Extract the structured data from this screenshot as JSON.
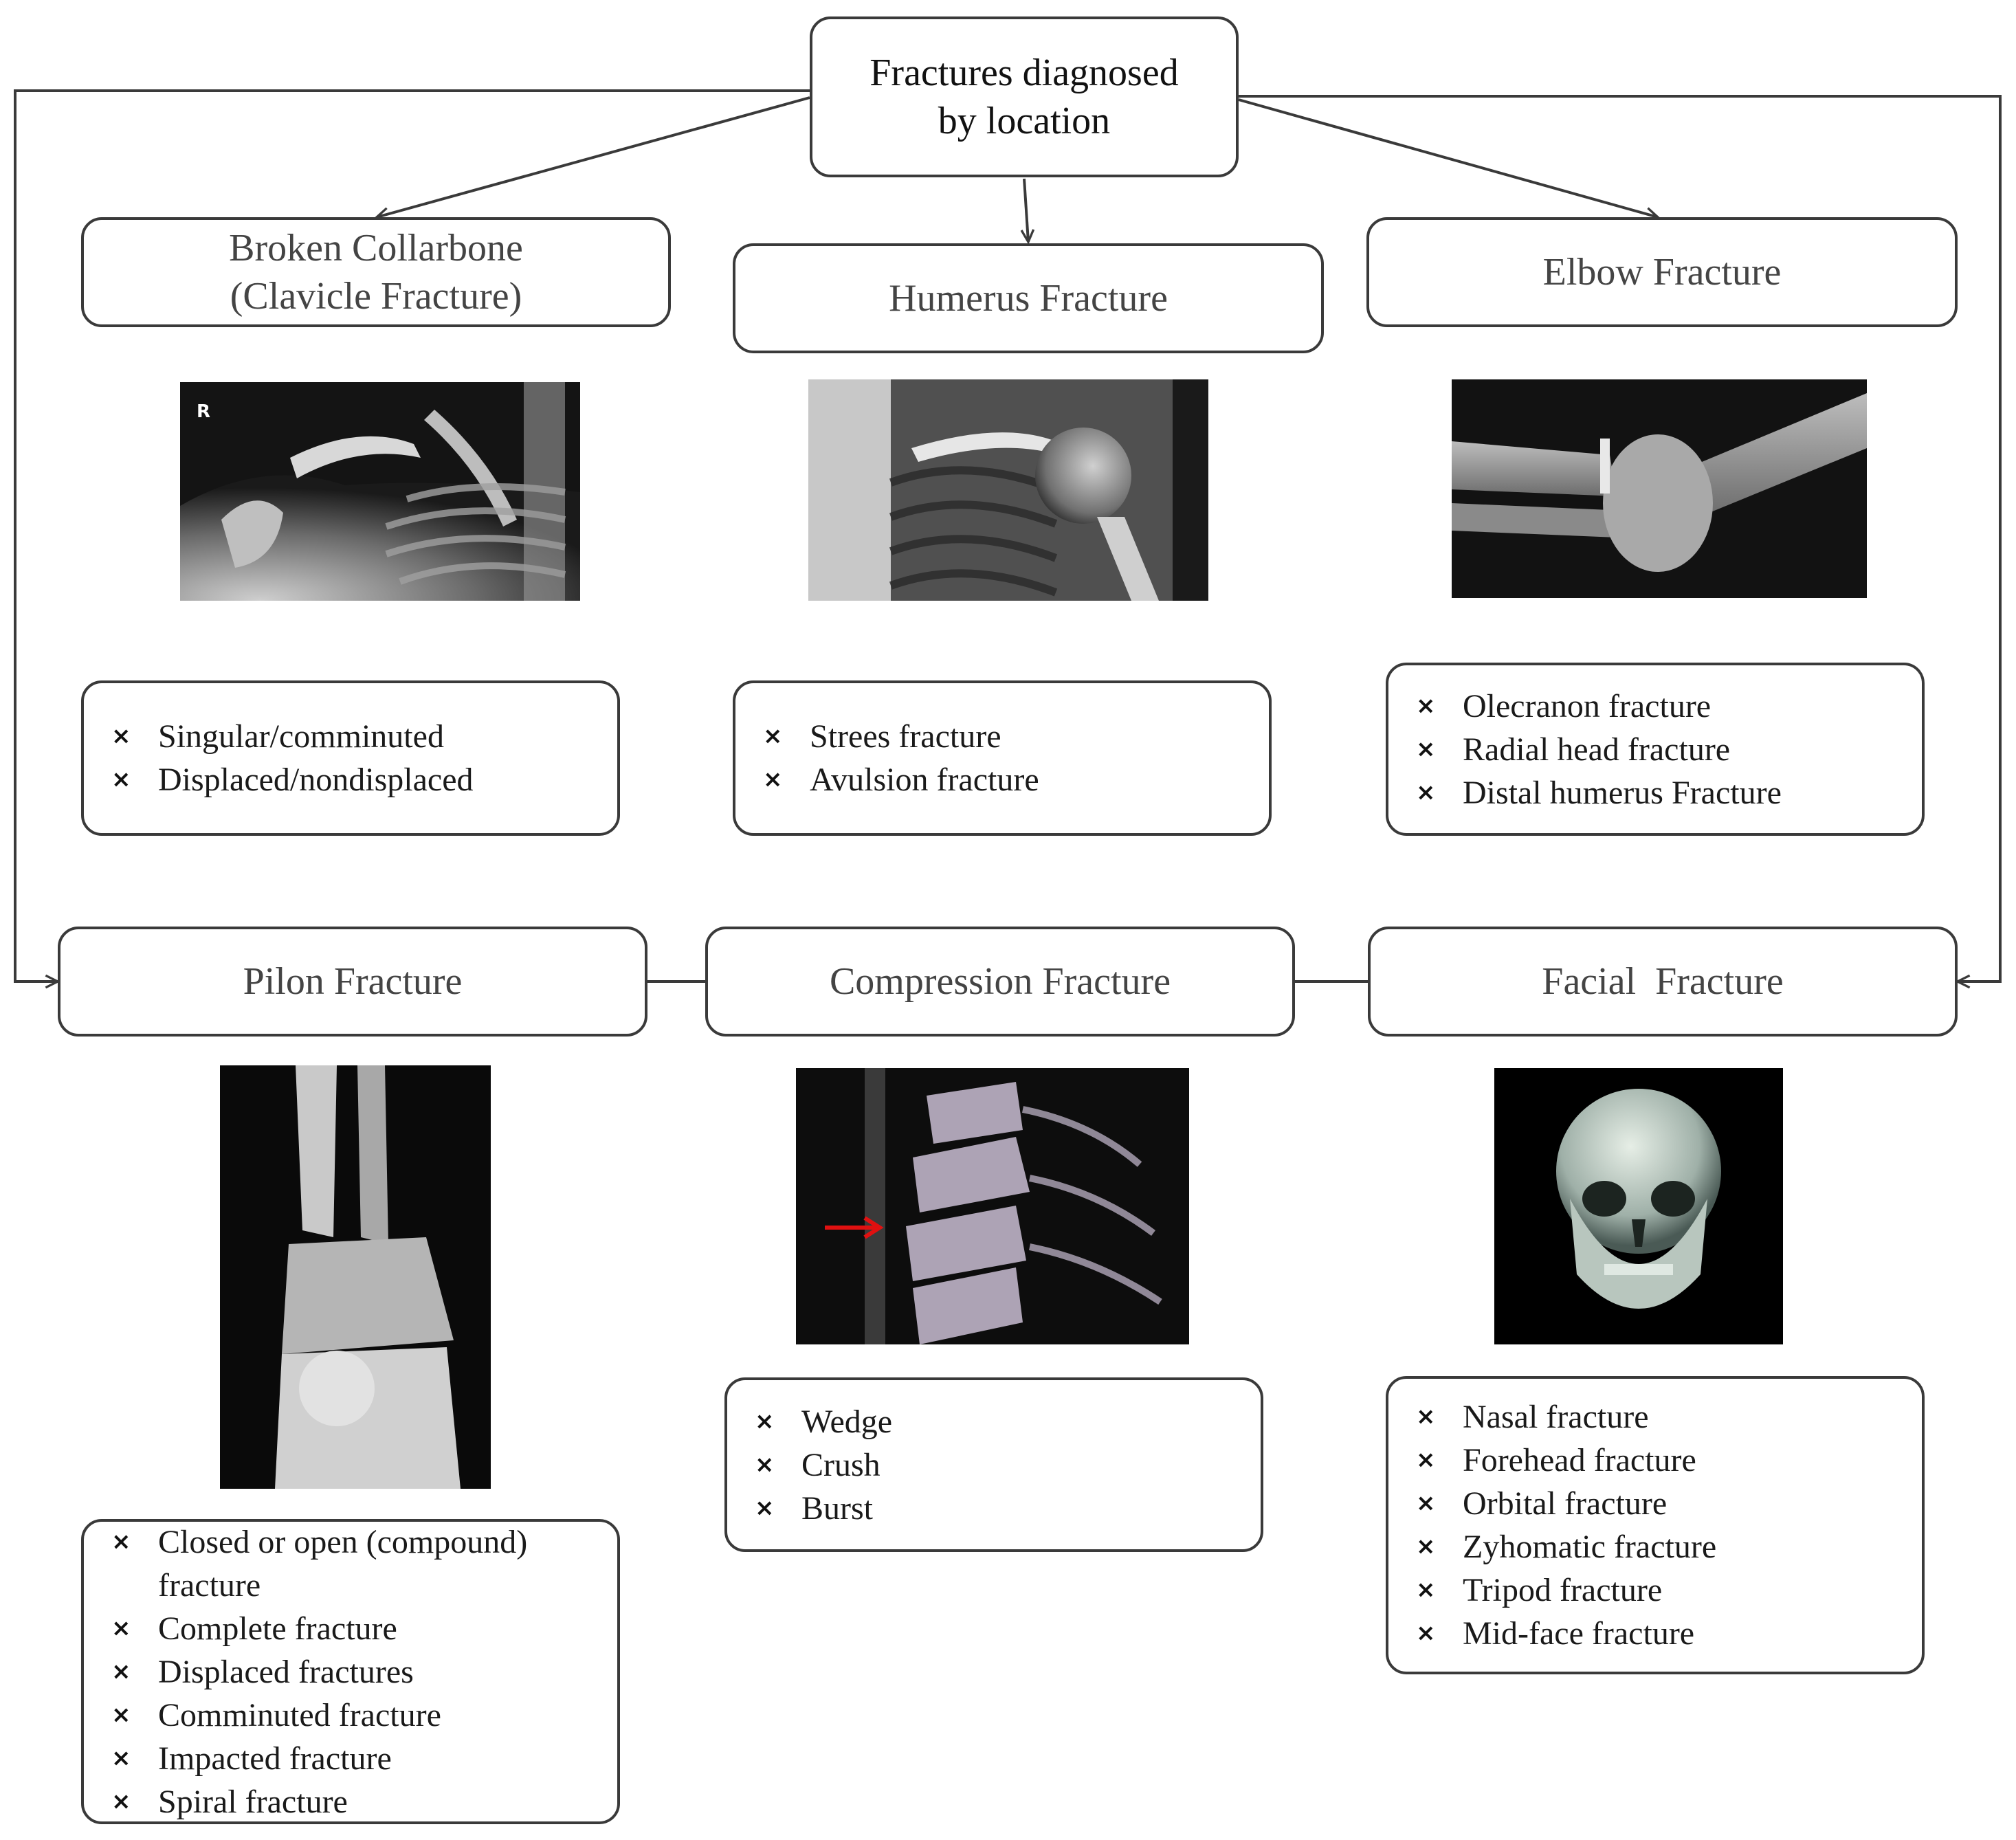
{
  "root": {
    "title_line1": "Fractures diagnosed",
    "title_line2": "by location"
  },
  "categories": [
    {
      "title_line1": "Broken Collarbone",
      "title_line2": "(Clavicle Fracture)",
      "image_marker": "R",
      "items": [
        "Singular/comminuted",
        "Displaced/nondisplaced"
      ]
    },
    {
      "title_line1": "Humerus Fracture",
      "items": [
        "Strees fracture",
        "Avulsion fracture"
      ]
    },
    {
      "title_line1": "Elbow Fracture",
      "items": [
        "Olecranon fracture",
        "Radial head fracture",
        "Distal humerus Fracture"
      ]
    },
    {
      "title_line1": "Pilon Fracture",
      "items": [
        "Closed or open (compound)",
        "fracture",
        "Complete fracture",
        "Displaced fractures",
        "Comminuted fracture",
        "Impacted fracture",
        "Spiral fracture"
      ]
    },
    {
      "title_line1": "Compression Fracture",
      "items": [
        "Wedge",
        "Crush",
        "Burst"
      ]
    },
    {
      "title_line1": "Facial  Fracture",
      "items": [
        "Nasal fracture",
        "Forehead fracture",
        "Orbital fracture",
        "Zyhomatic fracture",
        "Tripod fracture",
        "Mid-face fracture"
      ]
    }
  ],
  "bullet_glyph": "×",
  "colors": {
    "line": "#3a3a3a",
    "accent_arrow": "#e01010",
    "xray_bg": "#000000"
  }
}
